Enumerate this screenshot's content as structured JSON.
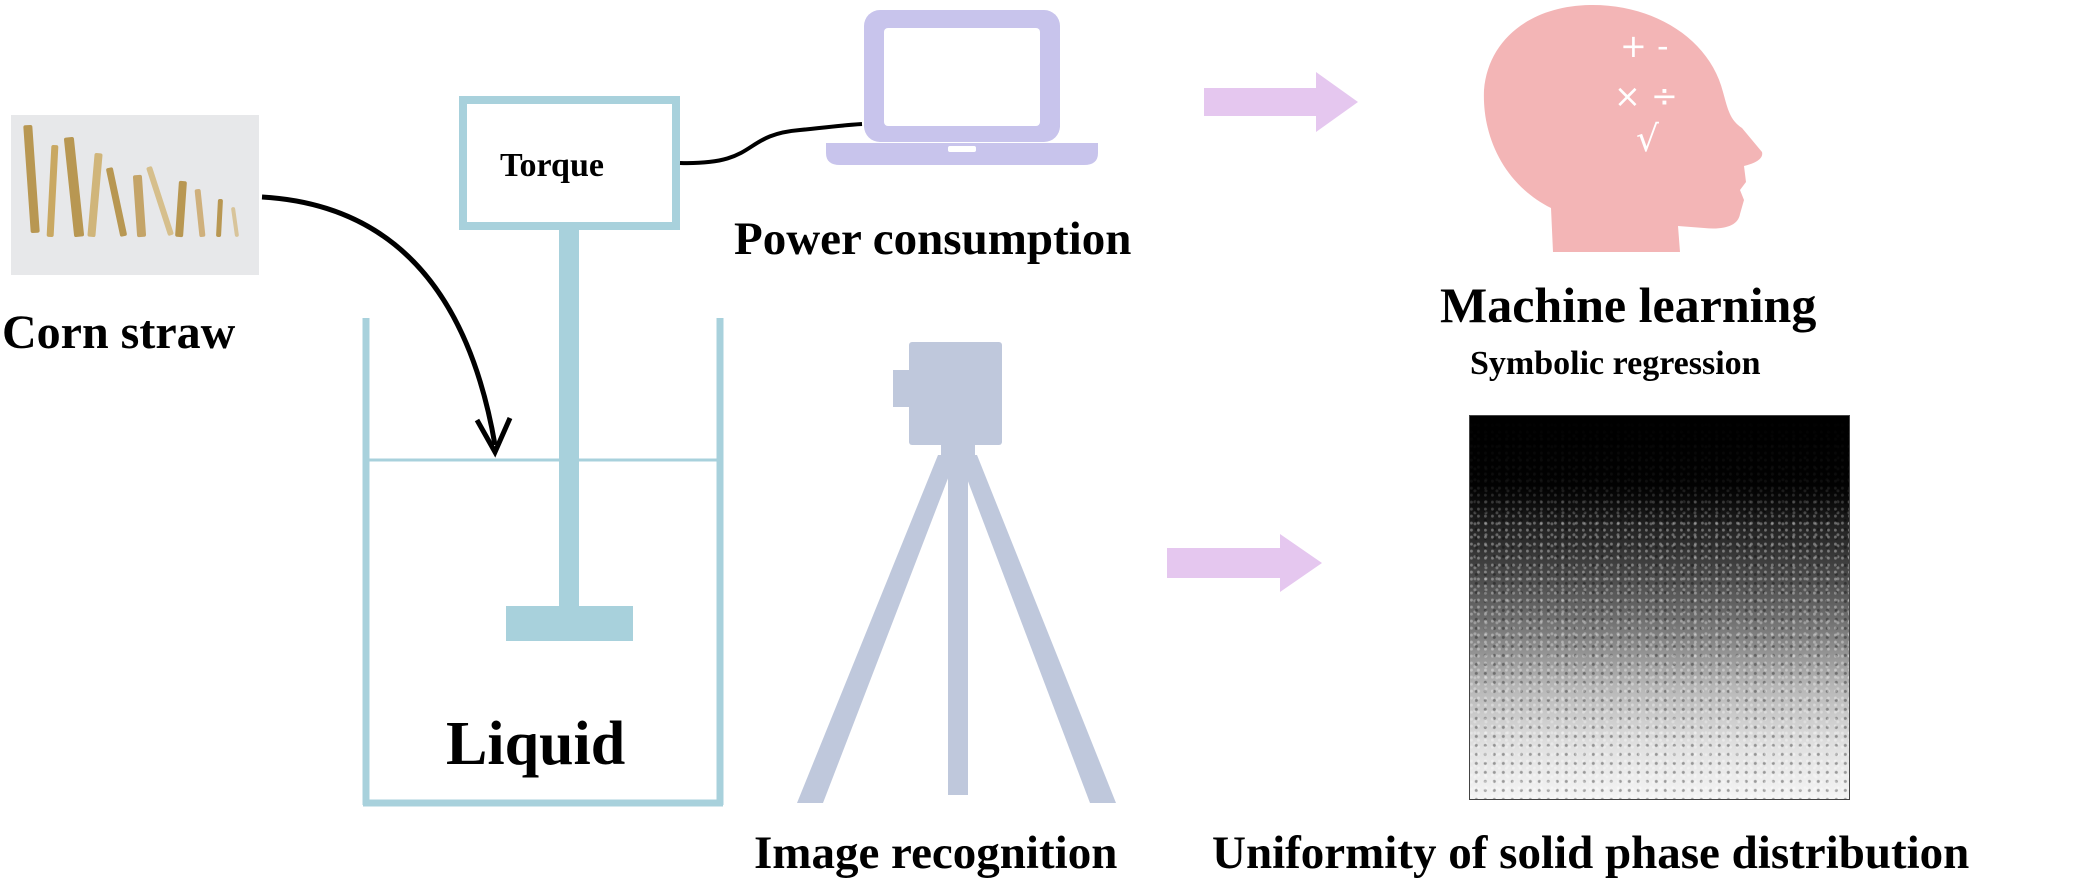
{
  "labels": {
    "corn_straw": "Corn straw",
    "torque": "Torque",
    "liquid": "Liquid",
    "power_consumption": "Power consumption",
    "machine_learning": "Machine learning",
    "symbolic_regression": "Symbolic regression",
    "image_recognition": "Image recognition",
    "uniformity": "Uniformity of solid phase distribution"
  },
  "head_symbols": {
    "row1": "+ -",
    "row2": "× ÷",
    "row3": "√"
  },
  "colors": {
    "vessel": "#a8d1dc",
    "laptop": "#c8c4ec",
    "arrow": "#e5c7ef",
    "head": "#f3b5b6",
    "camera": "#bfc8dc",
    "straw": "#b89752"
  }
}
